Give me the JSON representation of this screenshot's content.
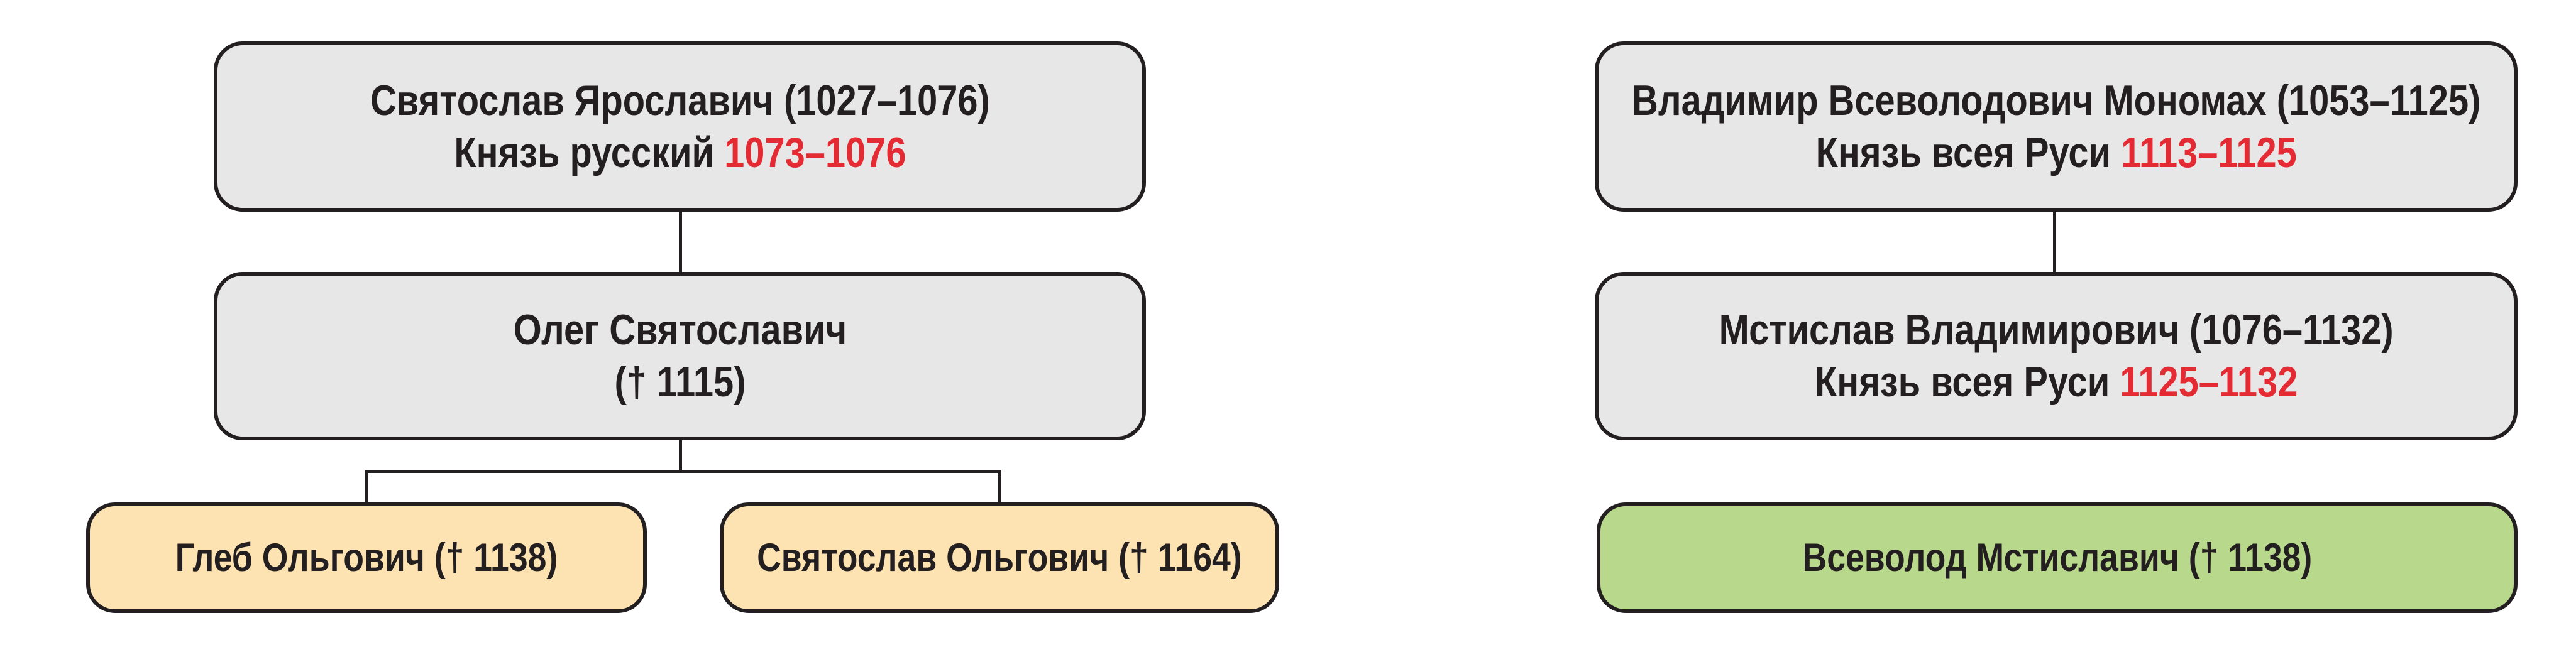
{
  "diagram": {
    "background": "#FFFFFF",
    "colors": {
      "box_border": "#231F20",
      "text": "#231F20",
      "reign_years_red": "#E42B33",
      "gray_fill": "#E7E7E7",
      "tan_fill": "#FDE2B2",
      "green_fill": "#B8D88B",
      "connector": "#231F20"
    },
    "left_tree": {
      "root": {
        "line1": "Святослав Ярославич (1027–1076)",
        "line2_title": "Князь русский",
        "line2_years": "1073–1076"
      },
      "child": {
        "line1": "Олег Святославич",
        "line2": "(† 1115)"
      },
      "grandchild_1": {
        "line1": "Глеб Ольгович († 1138)"
      },
      "grandchild_2": {
        "line1": "Святослав Ольгович († 1164)"
      }
    },
    "right_tree": {
      "root": {
        "line1": "Владимир Всеволодович Мономах (1053–1125)",
        "line2_title": "Князь всея Руси",
        "line2_years": "1113–1125"
      },
      "child": {
        "line1": "Мстислав Владимирович (1076–1132)",
        "line2_title": "Князь всея Руси",
        "line2_years": "1125–1132"
      },
      "grandchild": {
        "line1": "Всеволод Мстиславич († 1138)"
      }
    }
  }
}
